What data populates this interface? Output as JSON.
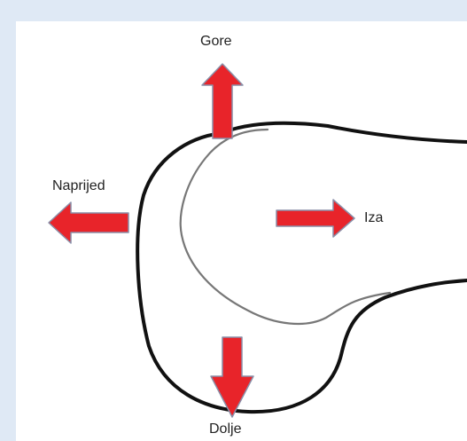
{
  "labels": {
    "up": "Gore",
    "forward": "Naprijed",
    "back": "Iza",
    "down": "Dolje"
  },
  "colors": {
    "background": "#dfe9f5",
    "panel": "#ffffff",
    "arrow_fill": "#e8242a",
    "arrow_stroke": "#8a8fa8",
    "outline": "#111111",
    "inner_outline": "#777777"
  }
}
